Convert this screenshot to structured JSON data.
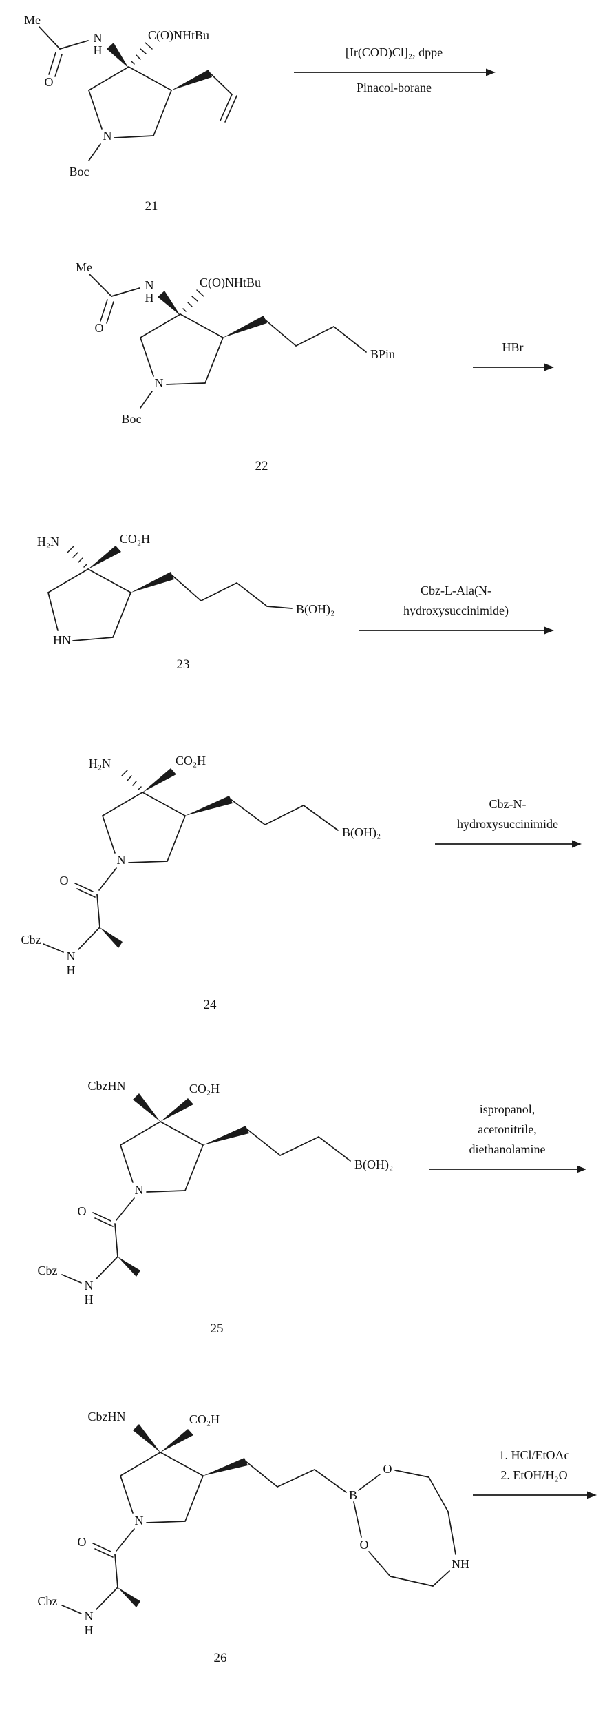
{
  "figure": {
    "kind": "chemical-reaction-scheme",
    "compounds": {
      "c21": {
        "number": "21",
        "labels": {
          "me": "Me",
          "amide_n": "N",
          "amide_h": "H",
          "carbonyl_o": "O",
          "amide_group": "C(O)NHtBu",
          "ring_n": "N",
          "boc": "Boc"
        }
      },
      "c22": {
        "number": "22",
        "labels": {
          "me": "Me",
          "amide_n": "N",
          "amide_h": "H",
          "carbonyl_o": "O",
          "amide_group": "C(O)NHtBu",
          "ring_n": "N",
          "boc": "Boc",
          "bpin": "BPin"
        }
      },
      "c23": {
        "number": "23",
        "labels": {
          "amine": "H₂N",
          "acid": "CO₂H",
          "ring_nh": "HN",
          "boronic": "B(OH)₂"
        }
      },
      "c24": {
        "number": "24",
        "labels": {
          "amine": "H₂N",
          "acid": "CO₂H",
          "ring_n": "N",
          "carbonyl_o": "O",
          "cbz": "Cbz",
          "nh_n": "N",
          "nh_h": "H",
          "boronic": "B(OH)₂"
        }
      },
      "c25": {
        "number": "25",
        "labels": {
          "cbzhn": "CbzHN",
          "acid": "CO₂H",
          "ring_n": "N",
          "carbonyl_o": "O",
          "cbz": "Cbz",
          "nh_n": "N",
          "nh_h": "H",
          "boronic": "B(OH)₂"
        }
      },
      "c26": {
        "number": "26",
        "labels": {
          "cbzhn": "CbzHN",
          "acid": "CO₂H",
          "ring_n": "N",
          "carbonyl_o": "O",
          "cbz": "Cbz",
          "nh_n": "N",
          "nh_h": "H",
          "boron": "B",
          "ring_o_top": "O",
          "ring_o_bottom": "O",
          "ring_nh": "NH"
        }
      }
    },
    "steps": {
      "s1": {
        "above": "[Ir(COD)Cl]₂, dppe",
        "below": "Pinacol-borane"
      },
      "s2": {
        "above": "HBr"
      },
      "s3": {
        "above1": "Cbz-L-Ala(N-",
        "above2": "hydroxysuccinimide)"
      },
      "s4": {
        "above1": "Cbz-N-",
        "above2": "hydroxysuccinimide"
      },
      "s5": {
        "above1": "ispropanol,",
        "above2": "acetonitrile,",
        "above3": "diethanolamine"
      },
      "s6": {
        "above1": "1. HCl/EtOAc",
        "above2": "2. EtOH/H₂O"
      }
    }
  }
}
